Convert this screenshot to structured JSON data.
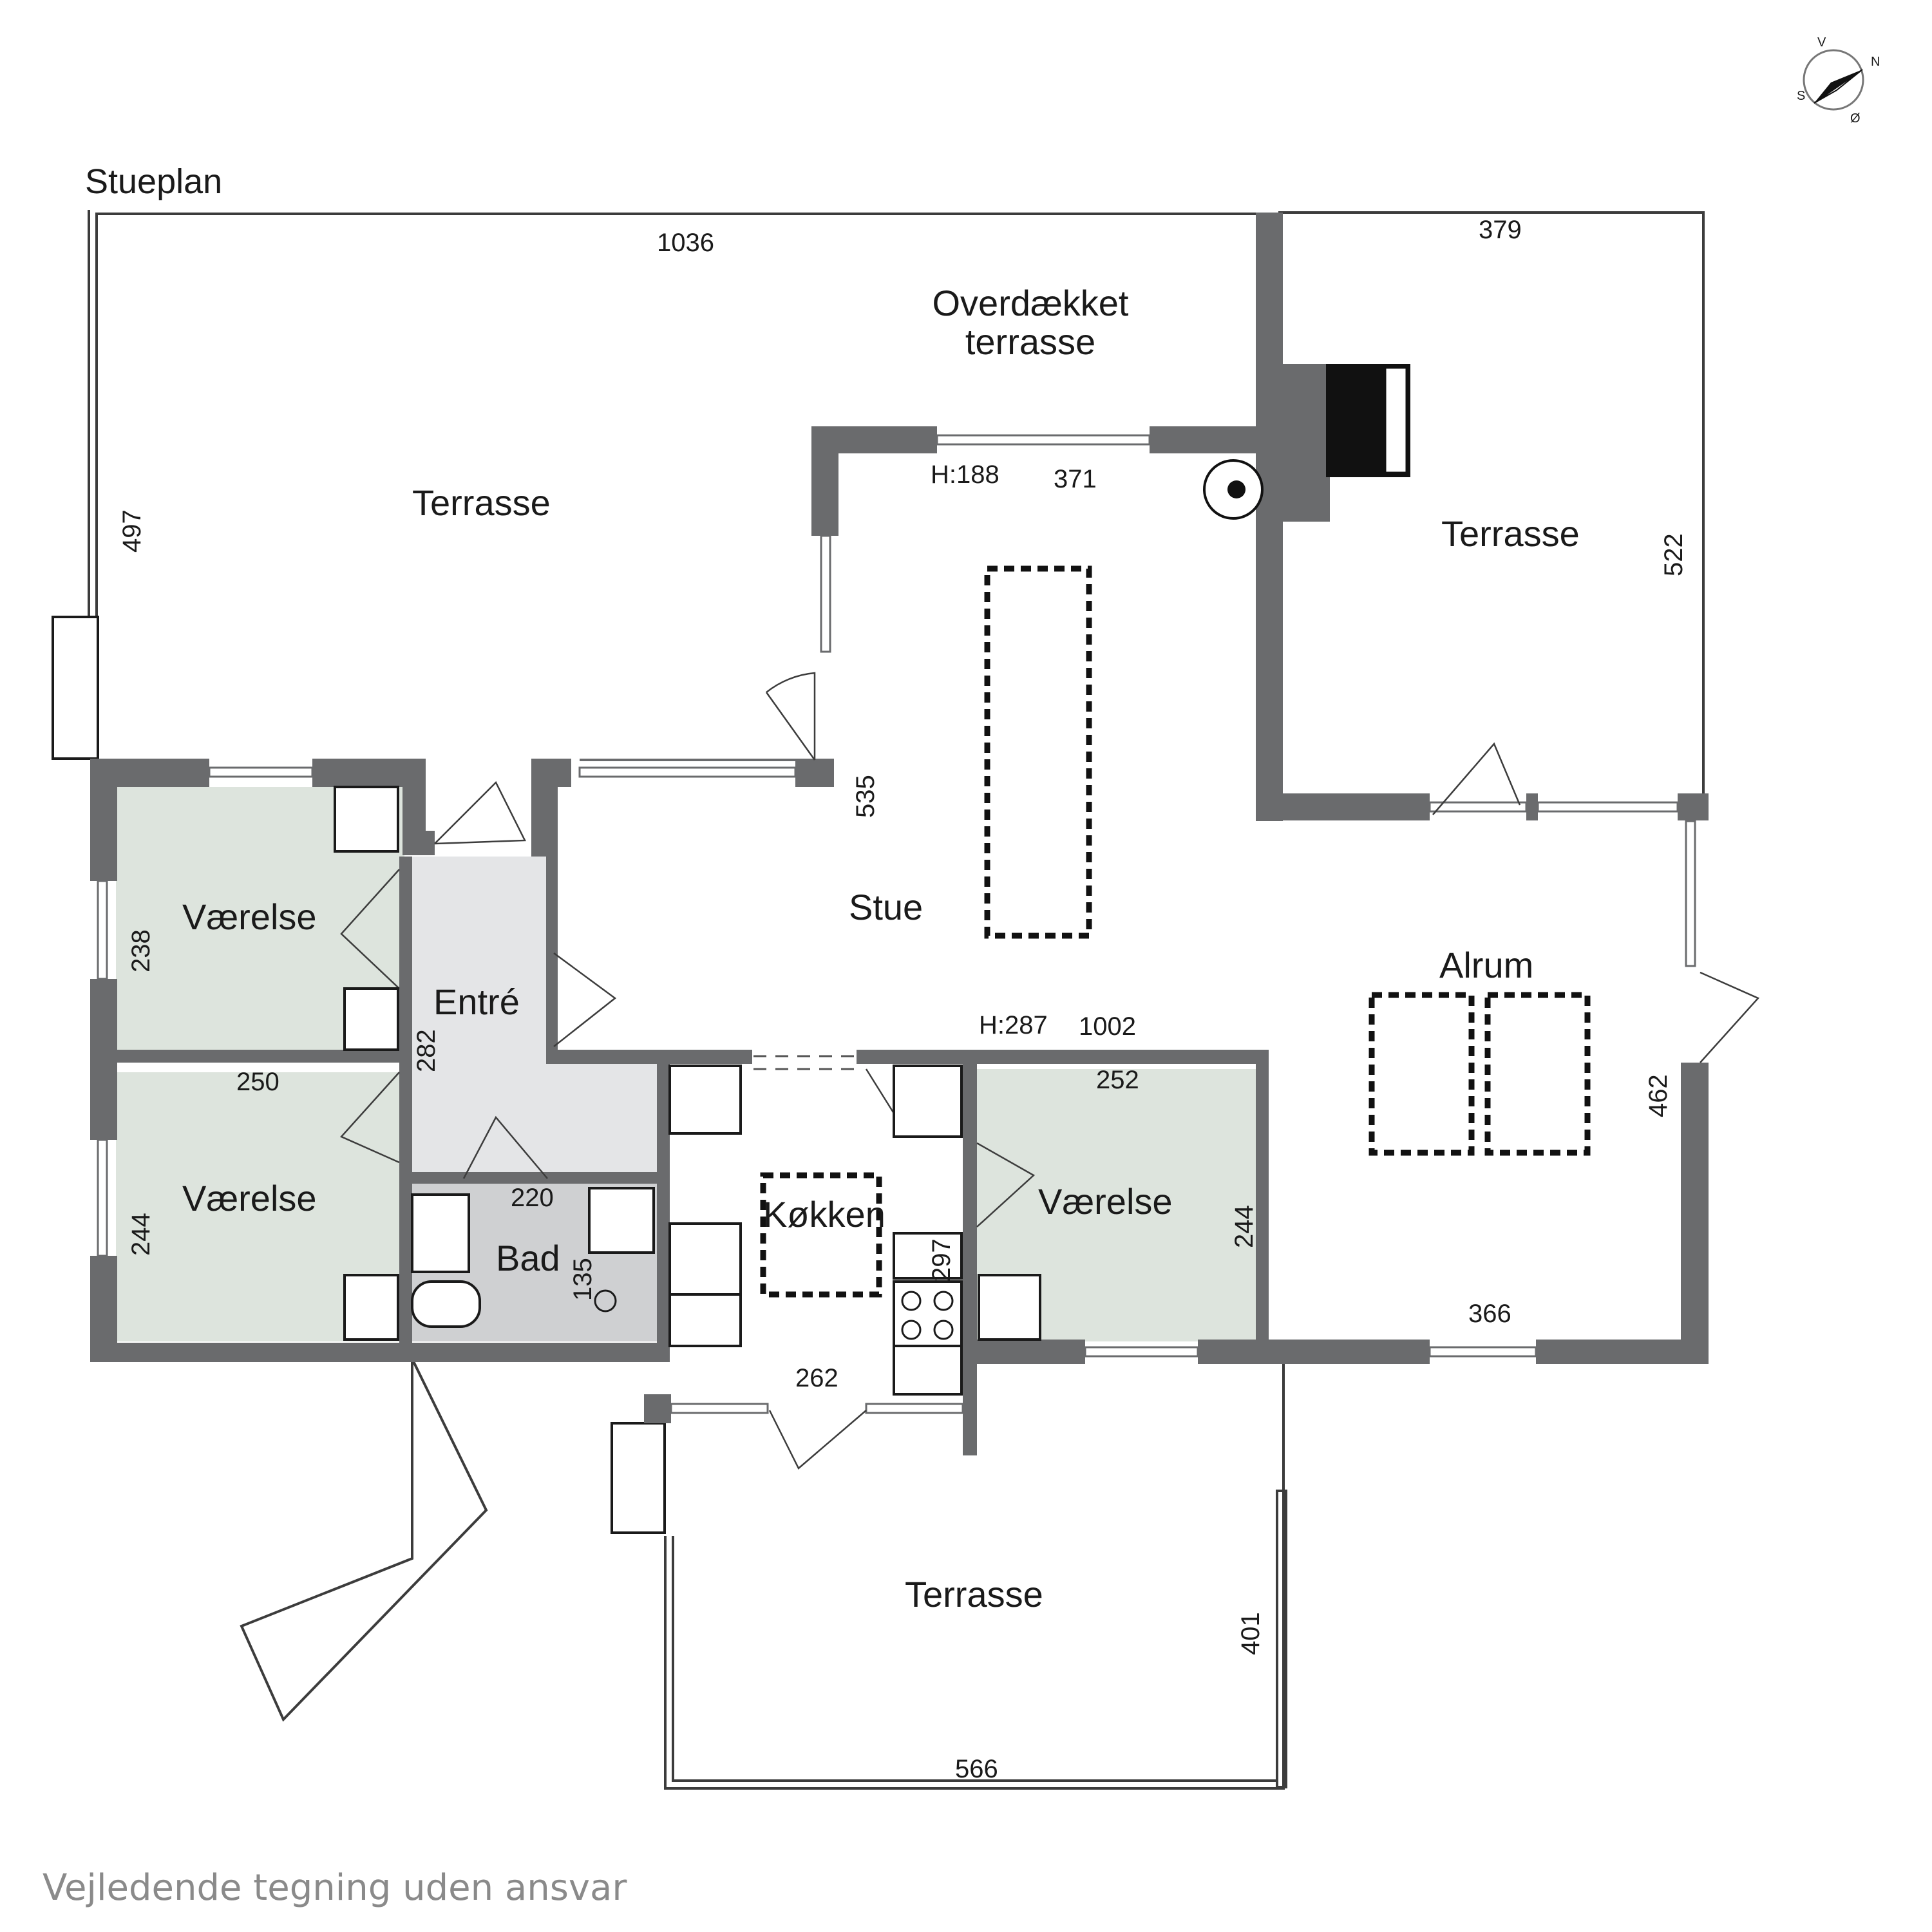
{
  "title": "Stueplan",
  "disclaimer": "Vejledende tegning uden ansvar",
  "compass": {
    "letters": [
      "V",
      "N",
      "S",
      "Ø"
    ]
  },
  "colors": {
    "wall": "#6a6b6d",
    "bedroom": "#dde4dd",
    "entry": "#e4e5e7",
    "bath": "#cfd0d2"
  },
  "rooms": {
    "terrasse_nw": "Terrasse",
    "overdaekket_line1": "Overdækket",
    "overdaekket_line2": "terrasse",
    "terrasse_ne": "Terrasse",
    "stue": "Stue",
    "alrum": "Alrum",
    "vaerelse_1": "Værelse",
    "vaerelse_2": "Værelse",
    "vaerelse_3": "Værelse",
    "entre": "Entré",
    "bad": "Bad",
    "koekken": "Køkken",
    "terrasse_s": "Terrasse"
  },
  "dimensions": {
    "top_width": "1036",
    "ne_width": "379",
    "nw_height": "497",
    "ne_height": "522",
    "opening_height_1": "H:188",
    "opening_width_1": "371",
    "stue_height": "535",
    "vaerelse1_height": "238",
    "entre_height": "282",
    "vaerelse2_width": "250",
    "vaerelse2_height": "244",
    "bad_width": "220",
    "bad_height": "135",
    "opening_height_2": "H:287",
    "opening_width_2": "1002",
    "vaerelse3_width": "252",
    "vaerelse3_height": "244",
    "koekken_depth": "297",
    "alrum_height": "462",
    "alrum_width": "366",
    "koekken_width": "262",
    "terrasse_s_height": "401",
    "terrasse_s_width": "566"
  }
}
